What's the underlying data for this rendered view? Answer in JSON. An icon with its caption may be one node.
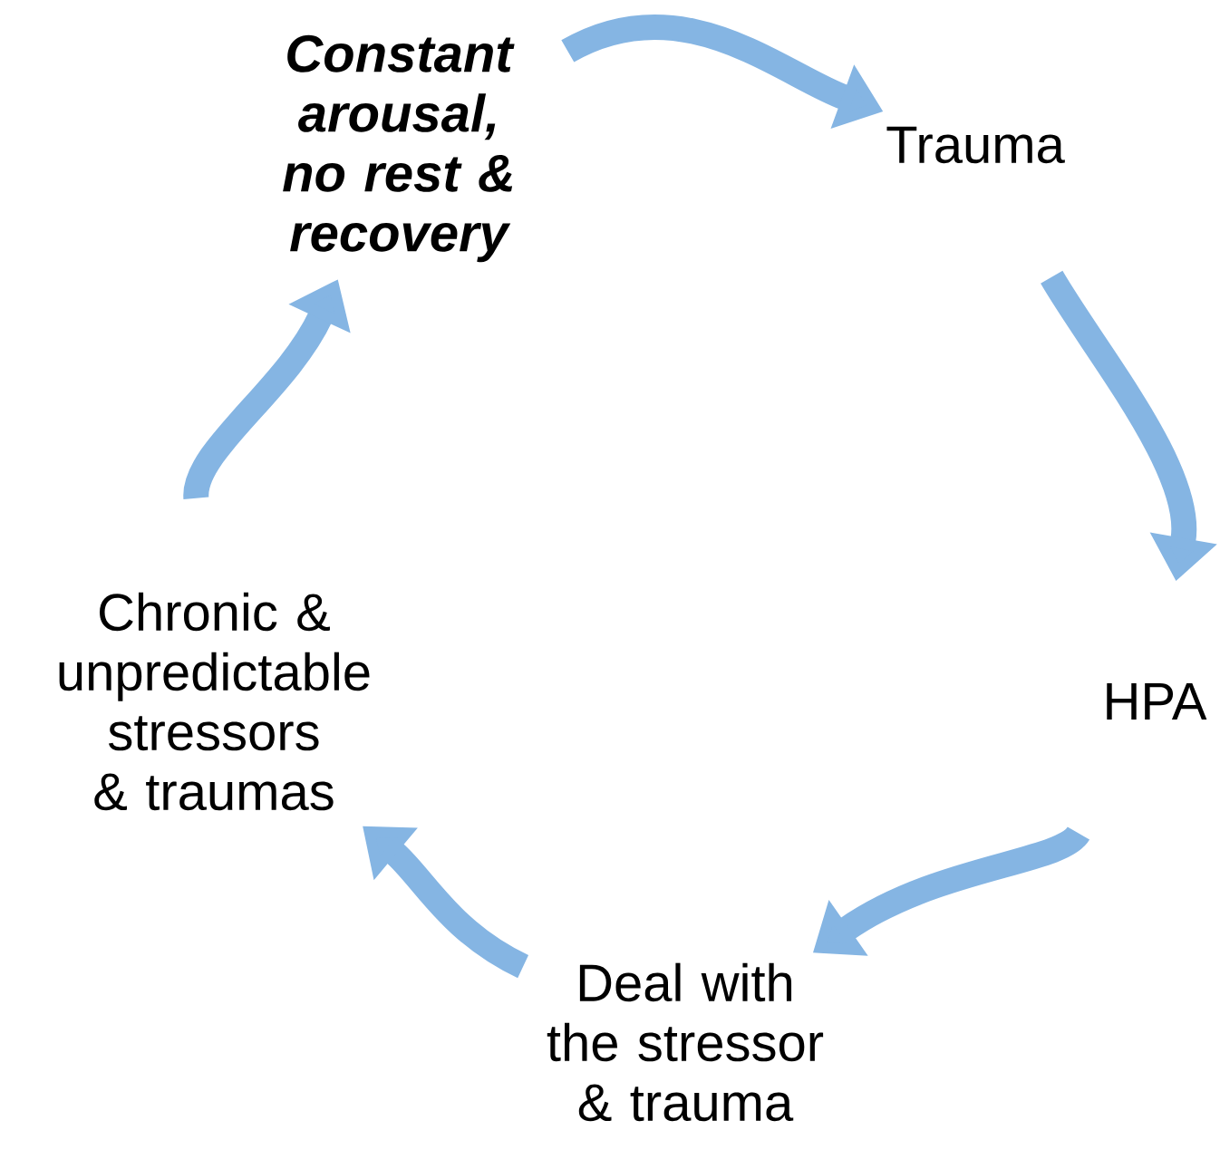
{
  "diagram": {
    "nodes": [
      {
        "text": [
          "Constant arousal, no rest & recovery"
        ]
      },
      {
        "text": [
          "Trauma"
        ]
      },
      {
        "text": [
          "HPA"
        ]
      },
      {
        "text": [
          "Deal with the stressor & trauma"
        ]
      },
      {
        "text": [
          "Chronic & unpredictable stressors & traumas"
        ]
      }
    ],
    "edges": [
      {
        "from": 0,
        "to": 1,
        "arrow": "to"
      },
      {
        "from": 1,
        "to": 2,
        "arrow": "to"
      },
      {
        "from": 2,
        "to": 3,
        "arrow": "to"
      },
      {
        "from": 3,
        "to": 4,
        "arrow": "to"
      },
      {
        "from": 4,
        "to": 0,
        "arrow": "to"
      }
    ]
  }
}
